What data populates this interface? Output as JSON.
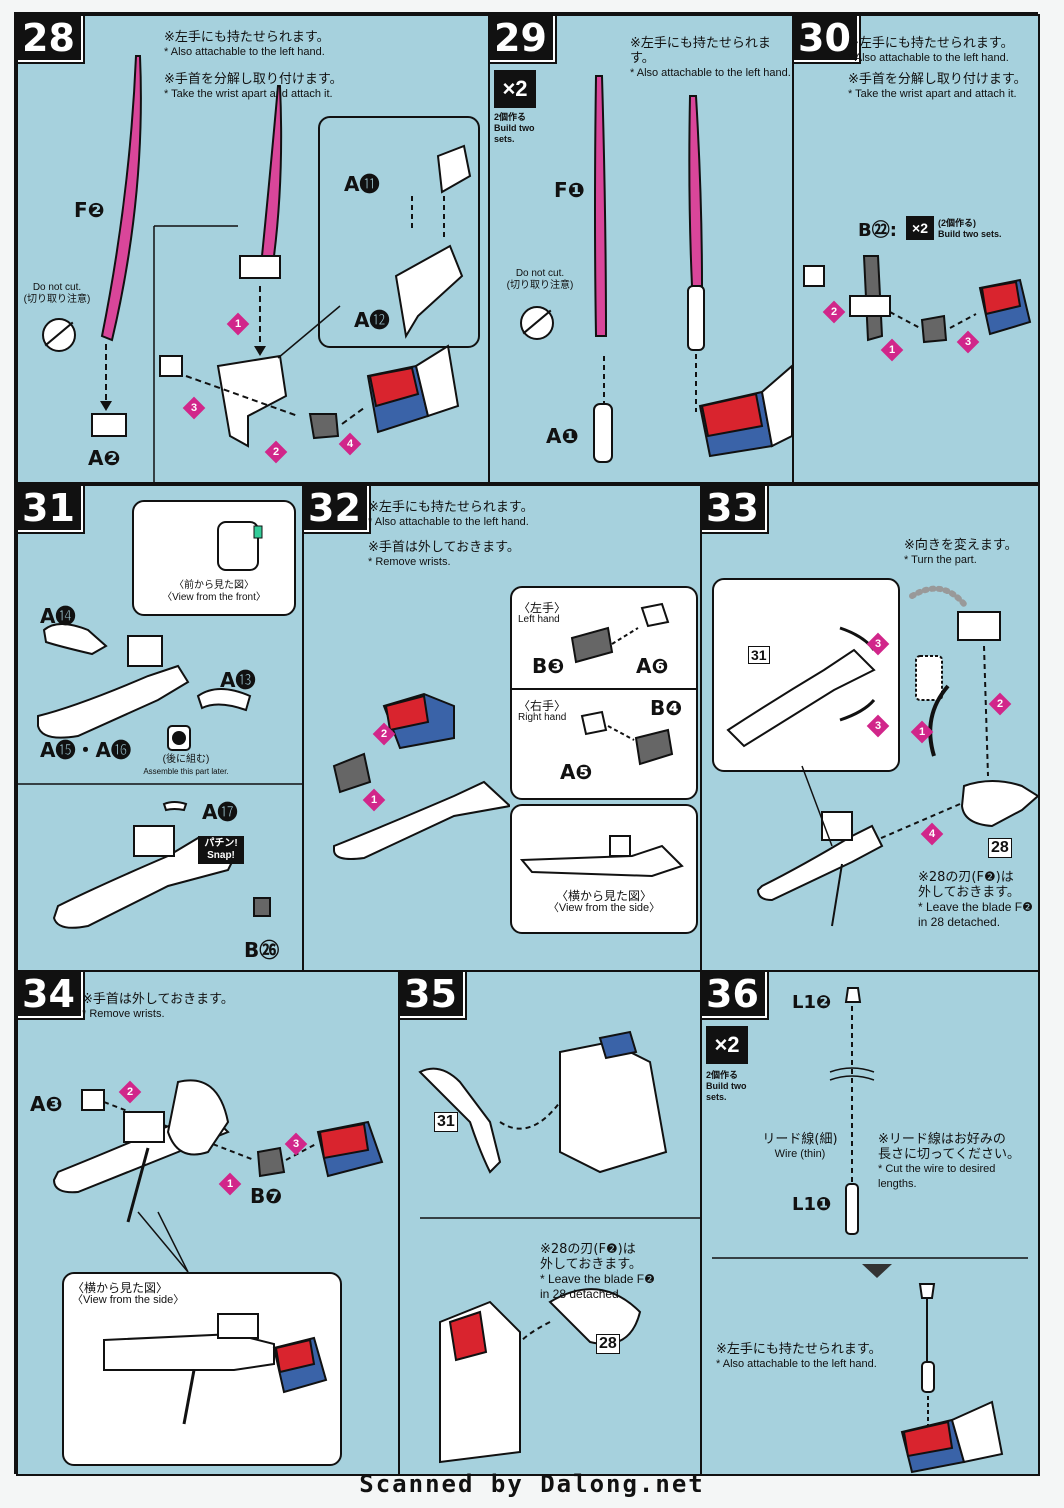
{
  "steps": {
    "s28": {
      "num": "28",
      "note1_jp": "※左手にも持たせられます。",
      "note1_en": "* Also attachable to the left hand.",
      "note2_jp": "※手首を分解し取り付けます。",
      "note2_en": "* Take the wrist apart and attach it.",
      "part_f": "F❷",
      "part_a_bottom": "A❷",
      "part_a11": "A⓫",
      "part_a12": "A⓬",
      "do_not_cut_en": "Do not cut.",
      "do_not_cut_jp": "(切り取り注意)"
    },
    "s29": {
      "num": "29",
      "x2": "×2",
      "x2_jp": "2個作る",
      "x2_en": "Build two sets.",
      "note1_jp": "※左手にも持たせられます。",
      "note1_en": "* Also attachable to the left hand.",
      "part_f": "F❶",
      "part_a": "A❶",
      "do_not_cut_en": "Do not cut.",
      "do_not_cut_jp": "(切り取り注意)"
    },
    "s30": {
      "num": "30",
      "note1_jp": "※左手にも持たせられます。",
      "note1_en": "* Also attachable to the left hand.",
      "note2_jp": "※手首を分解し取り付けます。",
      "note2_en": "* Take the wrist apart and attach it.",
      "part_b": "B㉒:",
      "x2": "×2",
      "x2_jp": "(2個作る)",
      "x2_en": "Build two sets."
    },
    "s31": {
      "num": "31",
      "part_a14": "A⓮",
      "part_a13": "A⓭",
      "part_a15": "A⓯・A⓰",
      "part_a17": "A⓱",
      "part_b26": "B㉖",
      "front_jp": "〈前から見た図〉",
      "front_en": "〈View from the front〉",
      "later_jp": "(後に組む)",
      "later_en": "Assemble this part later.",
      "snap_jp": "パチン!",
      "snap_en": "Snap!"
    },
    "s32": {
      "num": "32",
      "note1_jp": "※左手にも持たせられます。",
      "note1_en": "* Also attachable to the left hand.",
      "note2_jp": "※手首は外しておきます。",
      "note2_en": "* Remove wrists.",
      "left_jp": "〈左手〉",
      "left_en": "Left hand",
      "right_jp": "〈右手〉",
      "right_en": "Right hand",
      "part_b3": "B❸",
      "part_a6": "A❻",
      "part_b4": "B❹",
      "part_a5": "A❺",
      "side_jp": "〈横から見た図〉",
      "side_en": "〈View from the side〉"
    },
    "s33": {
      "num": "33",
      "note1_jp": "※向きを変えます。",
      "note1_en": "* Turn the part.",
      "ref31": "31",
      "ref28": "28",
      "blade_jp1": "※28の刃(F❷)は",
      "blade_jp2": "外しておきます。",
      "blade_en1": "* Leave the blade F❷",
      "blade_en2": "in 28 detached."
    },
    "s34": {
      "num": "34",
      "note1_jp": "※手首は外しておきます。",
      "note1_en": "* Remove wrists.",
      "part_a3": "A❸",
      "part_b7": "B❼",
      "side_jp": "〈横から見た図〉",
      "side_en": "〈View from the side〉"
    },
    "s35": {
      "num": "35",
      "ref31": "31",
      "ref28": "28",
      "blade_jp1": "※28の刃(F❷)は",
      "blade_jp2": "外しておきます。",
      "blade_en1": "* Leave the blade F❷",
      "blade_en2": "in 28 detached."
    },
    "s36": {
      "num": "36",
      "x2": "×2",
      "x2_jp": "2個作る",
      "x2_en": "Build two sets.",
      "part_l12": "L1❷",
      "part_l11": "L1❶",
      "wire_jp": "リード線(細)",
      "wire_en": "Wire (thin)",
      "cut_jp1": "※リード線はお好みの",
      "cut_jp2": "長さに切ってください。",
      "cut_en1": "* Cut the wire to desired",
      "cut_en2": "lengths.",
      "note1_jp": "※左手にも持たせられます。",
      "note1_en": "* Also attachable to the left hand."
    }
  },
  "footer": "Scanned by Dalong.net",
  "colors": {
    "background": "#a9d3df",
    "blade": "#d9469a",
    "arrow_magenta": "#d1268a",
    "hand_red": "#d9242e",
    "hand_blue": "#3a63a8"
  }
}
